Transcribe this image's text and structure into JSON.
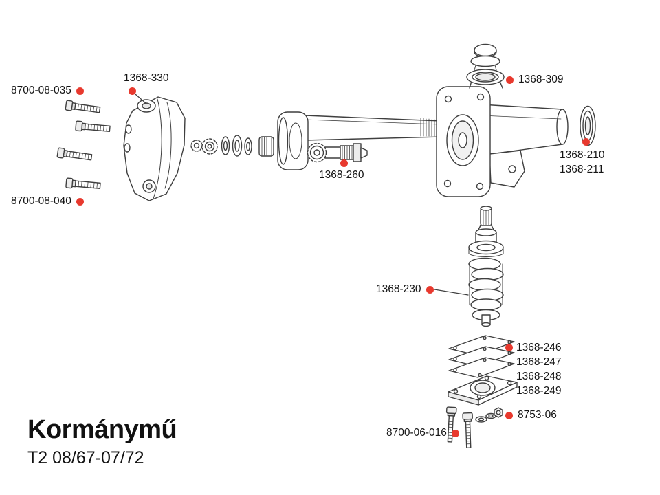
{
  "page": {
    "title": "Kormánymű",
    "subtitle": "T2 08/67-07/72"
  },
  "accent_color": "#e8392e",
  "labels": {
    "p8700_08_035": {
      "text": "8700-08-035"
    },
    "p1368_330": {
      "text": "1368-330"
    },
    "p8700_08_040": {
      "text": "8700-08-040"
    },
    "p1368_260": {
      "text": "1368-260"
    },
    "p1368_309": {
      "text": "1368-309"
    },
    "p1368_210": {
      "text": "1368-210"
    },
    "p1368_211": {
      "text": "1368-211"
    },
    "p1368_230": {
      "text": "1368-230"
    },
    "p1368_246": {
      "text": "1368-246"
    },
    "p1368_247": {
      "text": "1368-247"
    },
    "p1368_248": {
      "text": "1368-248"
    },
    "p1368_249": {
      "text": "1368-249"
    },
    "p8753_06": {
      "text": "8753-06"
    },
    "p8700_06_016": {
      "text": "8700-06-016"
    }
  }
}
